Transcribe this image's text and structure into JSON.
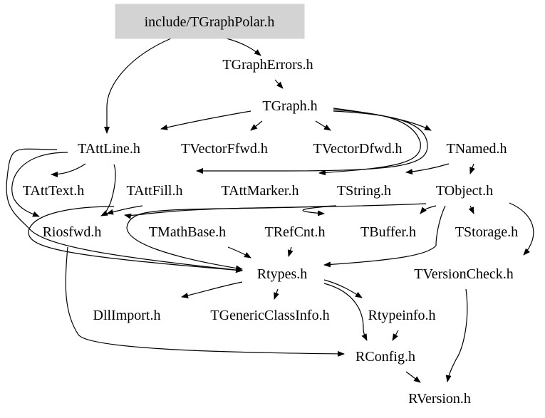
{
  "diagram": {
    "type": "include-dependency-graph",
    "root": "include/TGraphPolar.h",
    "colors": {
      "root_fill": "#d3d3d3",
      "edge": "#000000",
      "text": "#000000",
      "background": "#ffffff"
    },
    "nodes": [
      {
        "id": "root",
        "label": "include/TGraphPolar.h"
      },
      {
        "id": "tgrapherrors",
        "label": "TGraphErrors.h"
      },
      {
        "id": "tgraph",
        "label": "TGraph.h"
      },
      {
        "id": "tattline",
        "label": "TAttLine.h"
      },
      {
        "id": "tvectorffwd",
        "label": "TVectorFfwd.h"
      },
      {
        "id": "tvectordfwd",
        "label": "TVectorDfwd.h"
      },
      {
        "id": "tnamed",
        "label": "TNamed.h"
      },
      {
        "id": "tatttext",
        "label": "TAttText.h"
      },
      {
        "id": "tattfill",
        "label": "TAttFill.h"
      },
      {
        "id": "tattmarker",
        "label": "TAttMarker.h"
      },
      {
        "id": "tstring",
        "label": "TString.h"
      },
      {
        "id": "tobject",
        "label": "TObject.h"
      },
      {
        "id": "riosfwd",
        "label": "Riosfwd.h"
      },
      {
        "id": "tmathbase",
        "label": "TMathBase.h"
      },
      {
        "id": "trefcnt",
        "label": "TRefCnt.h"
      },
      {
        "id": "tbuffer",
        "label": "TBuffer.h"
      },
      {
        "id": "tstorage",
        "label": "TStorage.h"
      },
      {
        "id": "rtypes",
        "label": "Rtypes.h"
      },
      {
        "id": "tversioncheck",
        "label": "TVersionCheck.h"
      },
      {
        "id": "dllimport",
        "label": "DllImport.h"
      },
      {
        "id": "tgenericclassinfo",
        "label": "TGenericClassInfo.h"
      },
      {
        "id": "rtypeinfo",
        "label": "Rtypeinfo.h"
      },
      {
        "id": "rconfig",
        "label": "RConfig.h"
      },
      {
        "id": "rversion",
        "label": "RVersion.h"
      }
    ],
    "edges": [
      {
        "from": "root",
        "to": "tgrapherrors"
      },
      {
        "from": "root",
        "to": "tattline"
      },
      {
        "from": "tgrapherrors",
        "to": "tgraph"
      },
      {
        "from": "tgraph",
        "to": "tattline"
      },
      {
        "from": "tgraph",
        "to": "tvectorffwd"
      },
      {
        "from": "tgraph",
        "to": "tvectordfwd"
      },
      {
        "from": "tgraph",
        "to": "tnamed"
      },
      {
        "from": "tgraph",
        "to": "tattfill"
      },
      {
        "from": "tgraph",
        "to": "tattmarker"
      },
      {
        "from": "tattline",
        "to": "tatttext"
      },
      {
        "from": "tattline",
        "to": "riosfwd"
      },
      {
        "from": "tattline",
        "to": "rtypes"
      },
      {
        "from": "tattline",
        "to": "tattfill"
      },
      {
        "from": "tnamed",
        "to": "tstring"
      },
      {
        "from": "tnamed",
        "to": "tobject"
      },
      {
        "from": "tattfill",
        "to": "riosfwd"
      },
      {
        "from": "tattfill",
        "to": "rtypes"
      },
      {
        "from": "tstring",
        "to": "tmathbase"
      },
      {
        "from": "tstring",
        "to": "riosfwd"
      },
      {
        "from": "tobject",
        "to": "tbuffer"
      },
      {
        "from": "tobject",
        "to": "tstorage"
      },
      {
        "from": "tobject",
        "to": "tversioncheck"
      },
      {
        "from": "tobject",
        "to": "rtypes"
      },
      {
        "from": "tobject",
        "to": "riosfwd"
      },
      {
        "from": "tmathbase",
        "to": "rtypes"
      },
      {
        "from": "trefcnt",
        "to": "rtypes"
      },
      {
        "from": "riosfwd",
        "to": "rconfig"
      },
      {
        "from": "rtypes",
        "to": "dllimport"
      },
      {
        "from": "rtypes",
        "to": "tgenericclassinfo"
      },
      {
        "from": "rtypes",
        "to": "rtypeinfo"
      },
      {
        "from": "rtypes",
        "to": "rconfig"
      },
      {
        "from": "rtypeinfo",
        "to": "rconfig"
      },
      {
        "from": "rconfig",
        "to": "rversion"
      },
      {
        "from": "tversioncheck",
        "to": "rversion"
      }
    ]
  }
}
